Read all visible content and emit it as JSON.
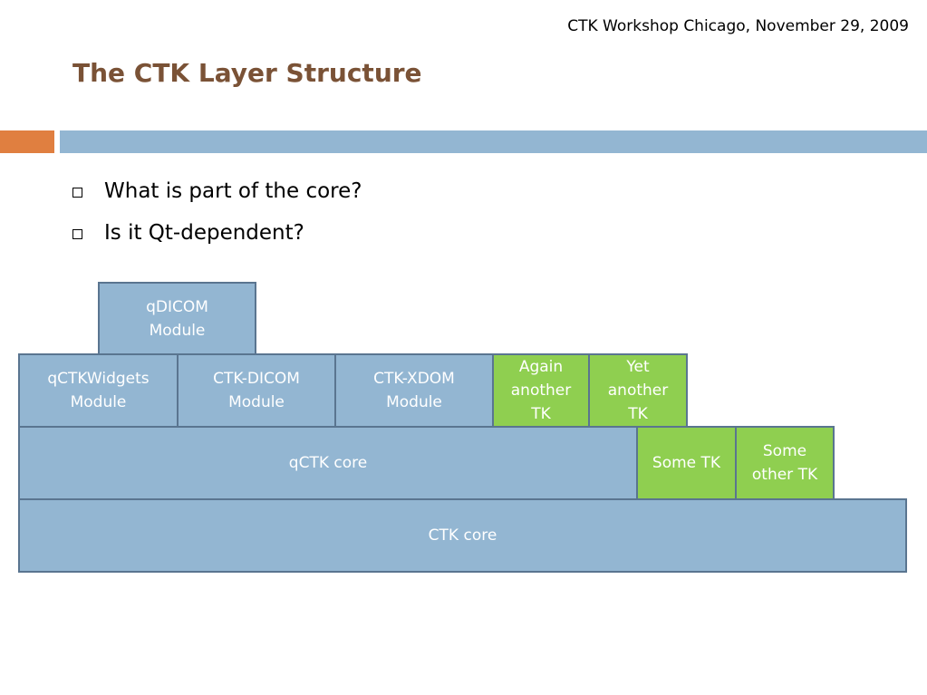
{
  "header": {
    "note": "CTK Workshop Chicago, November 29, 2009",
    "title": "The CTK Layer Structure"
  },
  "bullets": [
    "What is part of the core?",
    "Is it Qt-dependent?"
  ],
  "diagram": {
    "qdicom": "qDICOM\nModule",
    "qctkwidgets": "qCTKWidgets\nModule",
    "ctk_dicom": "CTK-DICOM\nModule",
    "ctk_xdom": "CTK-XDOM\nModule",
    "again_another_tk": "Again\nanother\nTK",
    "yet_another_tk": "Yet\nanother\nTK",
    "qctk_core": "qCTK core",
    "some_tk": "Some TK",
    "some_other_tk": "Some\nother TK",
    "ctk_core": "CTK core"
  },
  "colors": {
    "qt_block": "#93b6d2",
    "tk_block": "#8fcf50",
    "title": "#7a5236",
    "accent": "#e07f40"
  }
}
